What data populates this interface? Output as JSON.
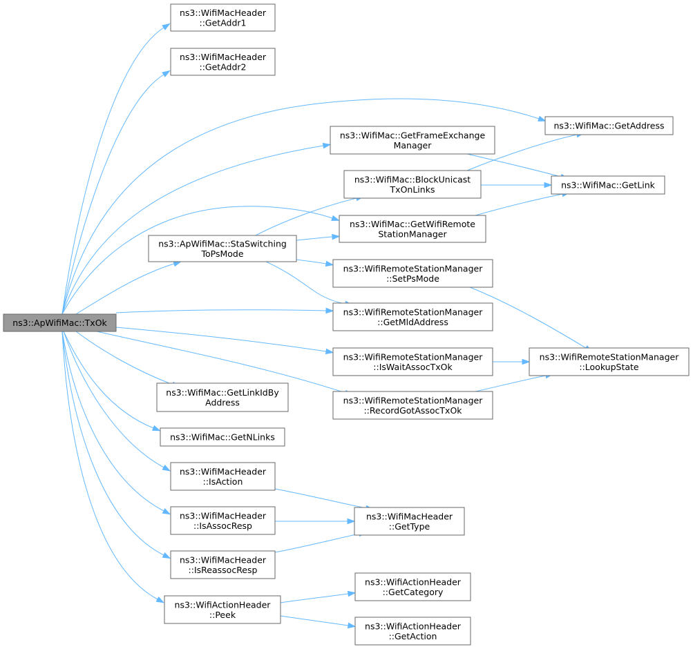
{
  "graph": {
    "nodes": {
      "tx-ok": [
        "ns3::ApWifiMac::TxOk"
      ],
      "hdr-get-addr1": [
        "ns3::WifiMacHeader",
        "::GetAddr1"
      ],
      "hdr-get-addr2": [
        "ns3::WifiMacHeader",
        "::GetAddr2"
      ],
      "mac-get-address": [
        "ns3::WifiMac::GetAddress"
      ],
      "mac-get-frame-exchange-manager": [
        "ns3::WifiMac::GetFrameExchange",
        "Manager"
      ],
      "mac-block-unicast-tx-on-links": [
        "ns3::WifiMac::BlockUnicast",
        "TxOnLinks"
      ],
      "mac-get-link": [
        "ns3::WifiMac::GetLink"
      ],
      "mac-get-wifi-remote-station-manager": [
        "ns3::WifiMac::GetWifiRemote",
        "StationManager"
      ],
      "ap-sta-switching-to-ps-mode": [
        "ns3::ApWifiMac::StaSwitching",
        "ToPsMode"
      ],
      "rsm-set-ps-mode": [
        "ns3::WifiRemoteStationManager",
        "::SetPsMode"
      ],
      "rsm-get-mld-address": [
        "ns3::WifiRemoteStationManager",
        "::GetMldAddress"
      ],
      "rsm-is-wait-assoc-tx-ok": [
        "ns3::WifiRemoteStationManager",
        "::IsWaitAssocTxOk"
      ],
      "rsm-lookup-state": [
        "ns3::WifiRemoteStationManager",
        "::LookupState"
      ],
      "rsm-record-got-assoc-tx-ok": [
        "ns3::WifiRemoteStationManager",
        "::RecordGotAssocTxOk"
      ],
      "mac-get-link-id-by-address": [
        "ns3::WifiMac::GetLinkIdBy",
        "Address"
      ],
      "mac-get-n-links": [
        "ns3::WifiMac::GetNLinks"
      ],
      "hdr-is-action": [
        "ns3::WifiMacHeader",
        "::IsAction"
      ],
      "hdr-get-type": [
        "ns3::WifiMacHeader",
        "::GetType"
      ],
      "hdr-is-assoc-resp": [
        "ns3::WifiMacHeader",
        "::IsAssocResp"
      ],
      "hdr-is-reassoc-resp": [
        "ns3::WifiMacHeader",
        "::IsReassocResp"
      ],
      "action-hdr-peek": [
        "ns3::WifiActionHeader",
        "::Peek"
      ],
      "action-hdr-get-category": [
        "ns3::WifiActionHeader",
        "::GetCategory"
      ],
      "action-hdr-get-action": [
        "ns3::WifiActionHeader",
        "::GetAction"
      ]
    },
    "edges": [
      [
        "tx-ok",
        "hdr-get-addr1"
      ],
      [
        "tx-ok",
        "hdr-get-addr2"
      ],
      [
        "tx-ok",
        "mac-get-address"
      ],
      [
        "tx-ok",
        "mac-get-frame-exchange-manager"
      ],
      [
        "tx-ok",
        "mac-get-wifi-remote-station-manager"
      ],
      [
        "tx-ok",
        "ap-sta-switching-to-ps-mode"
      ],
      [
        "tx-ok",
        "rsm-get-mld-address"
      ],
      [
        "tx-ok",
        "rsm-is-wait-assoc-tx-ok"
      ],
      [
        "tx-ok",
        "rsm-record-got-assoc-tx-ok"
      ],
      [
        "tx-ok",
        "mac-get-link-id-by-address"
      ],
      [
        "tx-ok",
        "mac-get-n-links"
      ],
      [
        "tx-ok",
        "hdr-is-action"
      ],
      [
        "tx-ok",
        "hdr-is-assoc-resp"
      ],
      [
        "tx-ok",
        "hdr-is-reassoc-resp"
      ],
      [
        "tx-ok",
        "action-hdr-peek"
      ],
      [
        "mac-get-frame-exchange-manager",
        "mac-get-link"
      ],
      [
        "mac-block-unicast-tx-on-links",
        "mac-get-address"
      ],
      [
        "mac-block-unicast-tx-on-links",
        "mac-get-link"
      ],
      [
        "mac-get-wifi-remote-station-manager",
        "mac-get-link"
      ],
      [
        "ap-sta-switching-to-ps-mode",
        "mac-block-unicast-tx-on-links"
      ],
      [
        "ap-sta-switching-to-ps-mode",
        "mac-get-wifi-remote-station-manager"
      ],
      [
        "ap-sta-switching-to-ps-mode",
        "rsm-set-ps-mode"
      ],
      [
        "ap-sta-switching-to-ps-mode",
        "rsm-get-mld-address"
      ],
      [
        "rsm-set-ps-mode",
        "rsm-lookup-state"
      ],
      [
        "rsm-is-wait-assoc-tx-ok",
        "rsm-lookup-state"
      ],
      [
        "rsm-record-got-assoc-tx-ok",
        "rsm-lookup-state"
      ],
      [
        "hdr-is-action",
        "hdr-get-type"
      ],
      [
        "hdr-is-assoc-resp",
        "hdr-get-type"
      ],
      [
        "hdr-is-reassoc-resp",
        "hdr-get-type"
      ],
      [
        "action-hdr-peek",
        "action-hdr-get-category"
      ],
      [
        "action-hdr-peek",
        "action-hdr-get-action"
      ]
    ]
  }
}
